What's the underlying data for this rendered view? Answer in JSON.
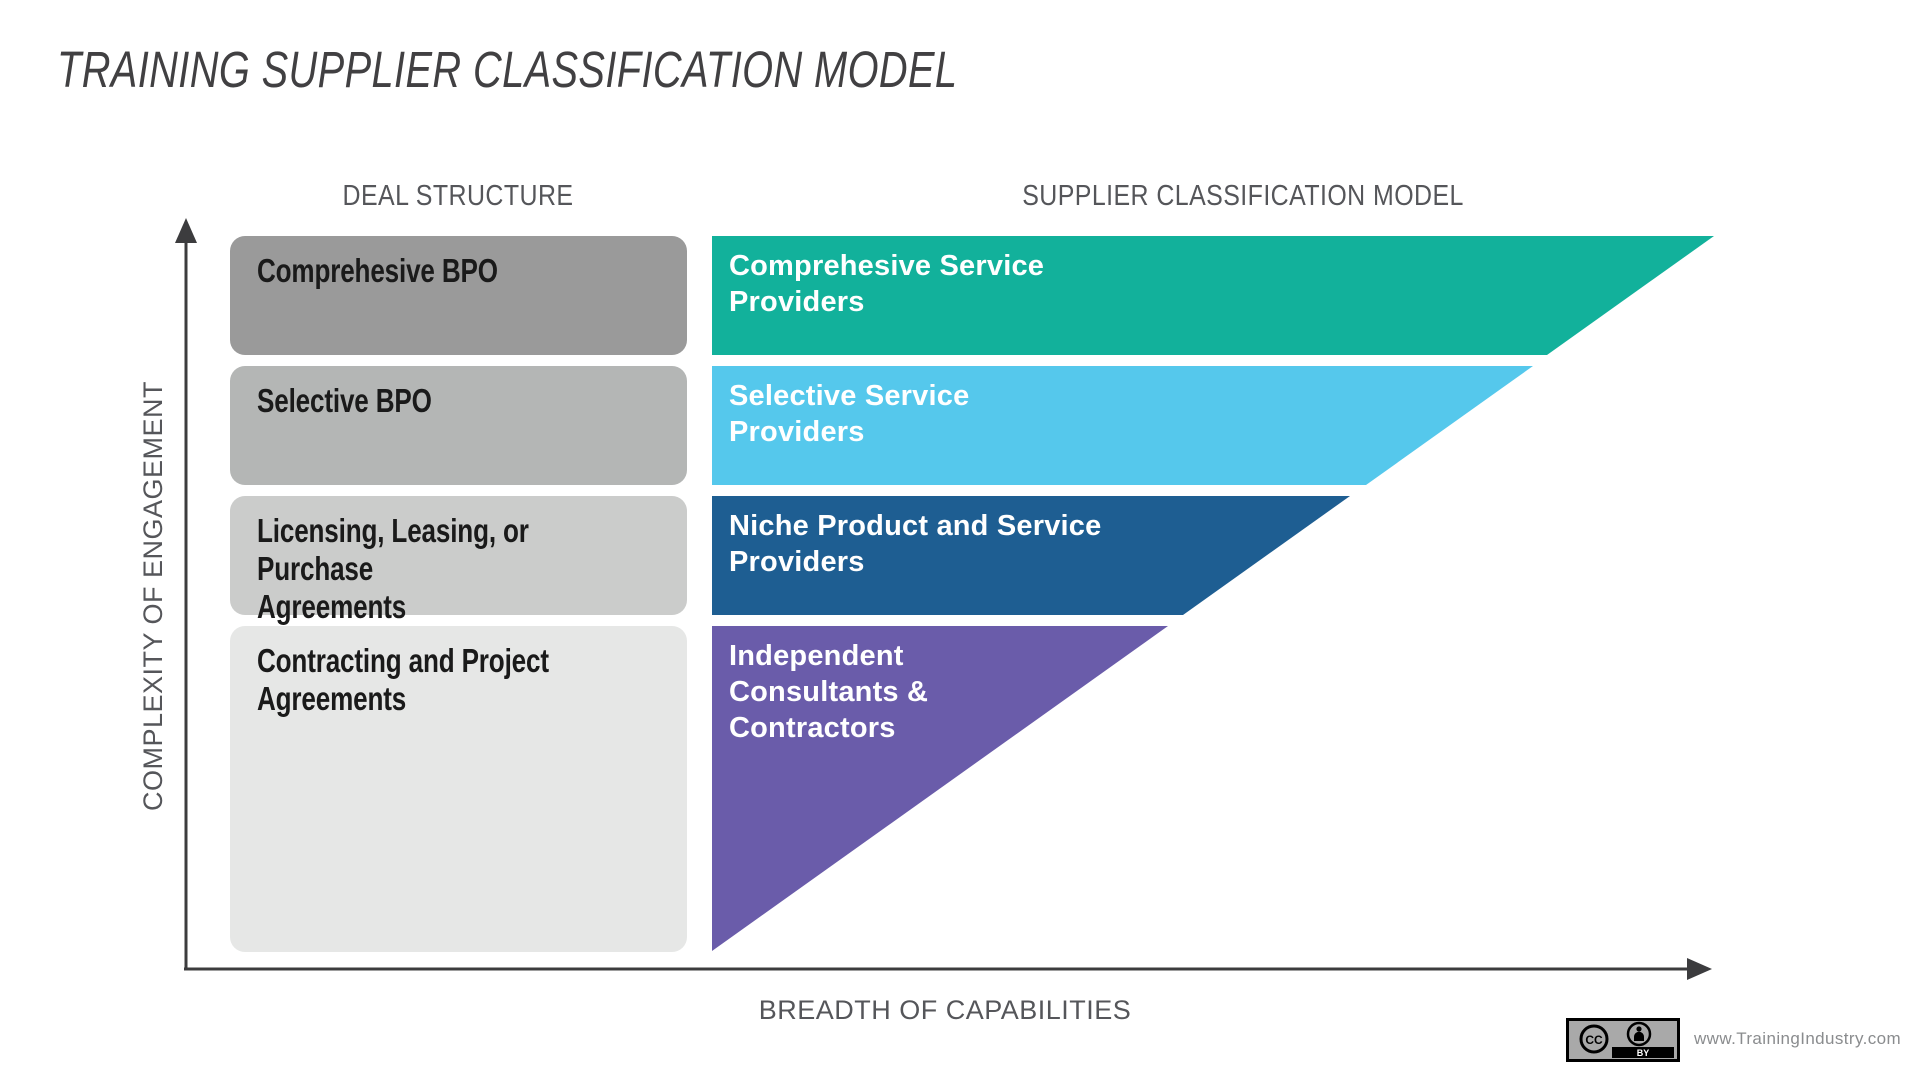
{
  "title": "TRAINING SUPPLIER CLASSIFICATION MODEL",
  "headers": {
    "deal_structure": "DEAL STRUCTURE",
    "supplier_model": "SUPPLIER CLASSIFICATION MODEL"
  },
  "axes": {
    "y_label": "COMPLEXITY OF ENGAGEMENT",
    "x_label": "BREADTH OF CAPABILITIES",
    "line_color": "#3c3c3e"
  },
  "rows": [
    {
      "deal_structure": "Comprehesive BPO",
      "supplier_type": "Comprehesive Service\nProviders",
      "box_color": "#9a9a9a",
      "band_color": "#12b19b"
    },
    {
      "deal_structure": "Selective BPO",
      "supplier_type": "Selective Service\nProviders",
      "box_color": "#b4b6b5",
      "band_color": "#55c8ec"
    },
    {
      "deal_structure": "Licensing, Leasing, or Purchase\nAgreements",
      "supplier_type": "Niche Product and Service\nProviders",
      "box_color": "#cbcccb",
      "band_color": "#1e5e92"
    },
    {
      "deal_structure": "Contracting and Project\nAgreements",
      "supplier_type": "Independent\nConsultants &\nContractors",
      "box_color": "#e6e7e6",
      "band_color": "#6a5caa"
    }
  ],
  "footer": {
    "cc_label": "CC",
    "by_label": "BY",
    "website": "www.TrainingIndustry.com"
  }
}
